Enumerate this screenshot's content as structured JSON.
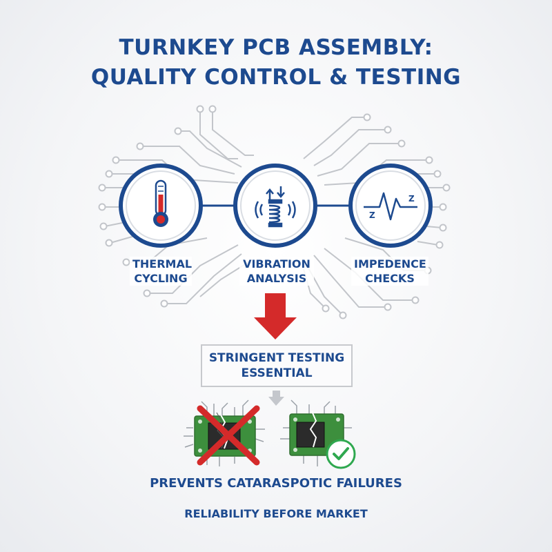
{
  "title": {
    "line1": "TURNKEY PCB ASSEMBLY:",
    "line2": "QUALITY CONTROL & TESTING"
  },
  "tests": [
    {
      "line1": "THERMAL",
      "line2": "CYCLING",
      "icon": "thermometer-icon"
    },
    {
      "line1": "VIBRATION",
      "line2": "ANALYSIS",
      "icon": "vibration-spring-icon"
    },
    {
      "line1": "IMPEDENCE",
      "line2": "CHECKS",
      "icon": "impedance-wave-icon",
      "icon_text_left": "Z",
      "icon_text_right": "Z"
    }
  ],
  "center_box": {
    "line1": "STRINGENT TESTING",
    "line2": "ESSENTIAL"
  },
  "outcomes": {
    "failed_board_icon": "cracked-chip-crossed-icon",
    "passed_board_icon": "cracked-chip-checked-icon"
  },
  "footer": {
    "line1": "PREVENTS CATARASPOTIC FAILURES",
    "line2": "RELIABILITY BEFORE MARKET"
  },
  "colors": {
    "brand_blue": "#1d4a8f",
    "alert_red": "#d42a2a",
    "check_green": "#2fa84f",
    "pcb_green": "#3d8f3d",
    "trace_gray": "#c2c5ca"
  }
}
